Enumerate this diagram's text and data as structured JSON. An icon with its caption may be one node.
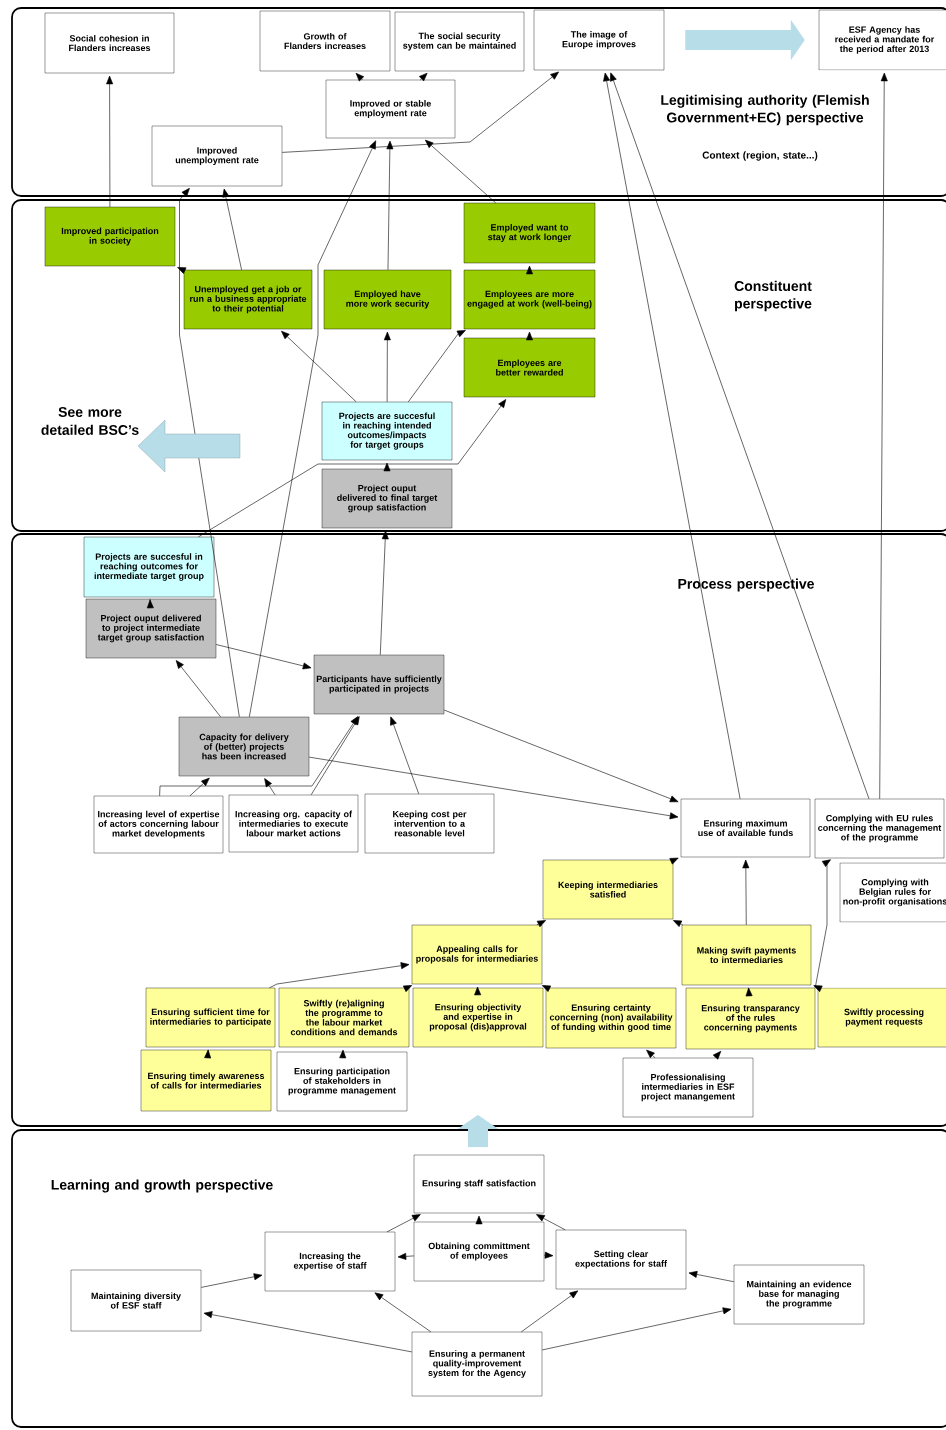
{
  "diagram": {
    "nodes": [
      {
        "text": [
          "Legitimising authority (Flemish Government+EC) perspective",
          "Context (region, state...)"
        ]
      },
      {
        "text": [
          "Social cohesion in Flanders increases"
        ],
        "in": 0
      },
      {
        "text": [
          "Growth of Flanders increases"
        ],
        "in": 0
      },
      {
        "text": [
          "The social security system can be maintained"
        ],
        "in": 0
      },
      {
        "text": [
          "The image of Europe improves"
        ],
        "in": 0
      },
      {
        "text": [
          "ESF Agency has received a mandate for the period after 2013"
        ],
        "in": 0
      },
      {
        "text": [
          "Improved or stable employment rate"
        ],
        "in": 0
      },
      {
        "text": [
          "Improved unemployment rate"
        ],
        "in": 0
      },
      {
        "text": [
          "Constituent perspective"
        ]
      },
      {
        "text": [
          "Improved participation in society"
        ],
        "in": 8
      },
      {
        "text": [
          "Unemployed get a job or run a business appropriate to their potential"
        ],
        "in": 8
      },
      {
        "text": [
          "Employed have more work security"
        ],
        "in": 8
      },
      {
        "text": [
          "Employed want to stay at work longer"
        ],
        "in": 8
      },
      {
        "text": [
          "Employees are more engaged at work (well-being)"
        ],
        "in": 8
      },
      {
        "text": [
          "Employees are better rewarded"
        ],
        "in": 8
      },
      {
        "text": [
          "Projects are succesful in reaching intended outcomes/impacts for target groups"
        ],
        "in": 8
      },
      {
        "text": [
          "Project ouput delivered to final target group satisfaction"
        ],
        "in": 8
      },
      {
        "text": [
          "Process perspective"
        ]
      },
      {
        "text": [
          "Projects are succesful in reaching outcomes for intermediate target group"
        ],
        "in": 17
      },
      {
        "text": [
          "Project ouput delivered to project intermediate target group satisfaction"
        ],
        "in": 17
      },
      {
        "text": [
          "Participants have sufficiently participated in projects"
        ],
        "in": 17
      },
      {
        "text": [
          "Capacity for delivery of (better) projects has been increased"
        ],
        "in": 17
      },
      {
        "text": [
          "Increasing level of expertise of actors concerning labour market developments"
        ],
        "in": 17
      },
      {
        "text": [
          "Increasing org. capacity of intermediaries to execute labour market actions"
        ],
        "in": 17
      },
      {
        "text": [
          "Keeping cost per intervention to a reasonable level"
        ],
        "in": 17
      },
      {
        "text": [
          "Ensuring maximum use of available funds"
        ],
        "in": 17
      },
      {
        "text": [
          "Complying with EU rules concerning the management of the programme"
        ],
        "in": 17
      },
      {
        "text": [
          "Keeping intermediaries satisfied"
        ],
        "in": 17
      },
      {
        "text": [
          "Complying with Belgian rules for non-profit organisations"
        ],
        "in": 17
      },
      {
        "text": [
          "Appealing calls for proposals for intermediaries"
        ],
        "in": 17
      },
      {
        "text": [
          "Making swift payments to intermediaries"
        ],
        "in": 17
      },
      {
        "text": [
          "Ensuring sufficient time for intermediaries to participate"
        ],
        "in": 17
      },
      {
        "text": [
          "Swiftly (re)aligning the programme to the labour market conditions and demands"
        ],
        "in": 17
      },
      {
        "text": [
          "Ensuring objectivity and expertise in proposal (dis)approval"
        ],
        "in": 17
      },
      {
        "text": [
          "Ensuring certainty concerning (non) availability of funding within good time"
        ],
        "in": 17
      },
      {
        "text": [
          "Ensuring transparancy of the rules concerning payments"
        ],
        "in": 17
      },
      {
        "text": [
          "Swiftly processing payment requests"
        ],
        "in": 17
      },
      {
        "text": [
          "Ensuring timely awareness of calls for intermediaries"
        ],
        "in": 17
      },
      {
        "text": [
          "Ensuring participation of stakeholders in programme management"
        ],
        "in": 17
      },
      {
        "text": [
          "Professionalising intermediaries in ESF project manangement"
        ],
        "in": 17
      },
      {
        "text": [
          "Learning and growth perspective"
        ]
      },
      {
        "text": [
          "Ensuring staff satisfaction"
        ],
        "in": 40
      },
      {
        "text": [
          "Increasing the expertise of staff"
        ],
        "in": 40
      },
      {
        "text": [
          "Obtaining committment of employees"
        ],
        "in": 40
      },
      {
        "text": [
          "Setting clear expectations for staff"
        ],
        "in": 40
      },
      {
        "text": [
          "Maintaining diversity of ESF staff"
        ],
        "in": 40
      },
      {
        "text": [
          "Maintaining an evidence base for managing the programme"
        ],
        "in": 40
      },
      {
        "text": [
          "Ensuring a permanent quality-improvement system for the Agency"
        ],
        "in": 40
      }
    ],
    "edges": [
      {
        "from": 9,
        "to": 1,
        "arrow": "to"
      },
      {
        "from": 6,
        "to": 2,
        "arrow": "to"
      },
      {
        "from": 6,
        "to": 3,
        "arrow": "to"
      },
      {
        "from": 7,
        "to": 4,
        "arrow": "to"
      },
      {
        "from": 12,
        "to": 6,
        "arrow": "to"
      },
      {
        "from": 11,
        "to": 6,
        "arrow": "to"
      },
      {
        "from": 21,
        "to": 6,
        "arrow": "to"
      },
      {
        "from": 10,
        "to": 7,
        "arrow": "to"
      },
      {
        "from": 21,
        "to": 7,
        "arrow": "to"
      },
      {
        "from": 25,
        "to": 4,
        "arrow": "to"
      },
      {
        "from": 26,
        "to": 4,
        "arrow": "to"
      },
      {
        "from": 26,
        "to": 5,
        "arrow": "to"
      },
      {
        "from": 10,
        "to": 9,
        "arrow": "to"
      },
      {
        "from": 15,
        "to": 10,
        "arrow": "to"
      },
      {
        "from": 16,
        "to": 15,
        "arrow": "to"
      },
      {
        "from": 15,
        "to": 11,
        "arrow": "to"
      },
      {
        "from": 15,
        "to": 13,
        "arrow": "to"
      },
      {
        "from": 18,
        "to": 14,
        "arrow": "to"
      },
      {
        "from": 14,
        "to": 13,
        "arrow": "to"
      },
      {
        "from": 13,
        "to": 12,
        "arrow": "to"
      },
      {
        "from": 20,
        "to": 16,
        "arrow": "to"
      },
      {
        "from": 19,
        "to": 18,
        "arrow": "to"
      },
      {
        "from": 19,
        "to": 20,
        "arrow": "to"
      },
      {
        "from": 21,
        "to": 19,
        "arrow": "to"
      },
      {
        "from": 22,
        "to": 20,
        "arrow": "to"
      },
      {
        "from": 23,
        "to": 20,
        "arrow": "to"
      },
      {
        "from": 24,
        "to": 20,
        "arrow": "to"
      },
      {
        "from": 22,
        "to": 21,
        "arrow": "to"
      },
      {
        "from": 23,
        "to": 21,
        "arrow": "to"
      },
      {
        "from": 21,
        "to": 25,
        "arrow": "to"
      },
      {
        "from": 20,
        "to": 25,
        "arrow": "to"
      },
      {
        "from": 27,
        "to": 25,
        "arrow": "to"
      },
      {
        "from": 30,
        "to": 25,
        "arrow": "to"
      },
      {
        "from": 35,
        "to": 26,
        "arrow": "to"
      },
      {
        "from": 29,
        "to": 27,
        "arrow": "to"
      },
      {
        "from": 30,
        "to": 27,
        "arrow": "to"
      },
      {
        "from": 36,
        "to": 30,
        "arrow": "to"
      },
      {
        "from": 31,
        "to": 29,
        "arrow": "to"
      },
      {
        "from": 32,
        "to": 29,
        "arrow": "to"
      },
      {
        "from": 33,
        "to": 29,
        "arrow": "to"
      },
      {
        "from": 34,
        "to": 29,
        "arrow": "to"
      },
      {
        "from": 35,
        "to": 30,
        "arrow": "to"
      },
      {
        "from": 37,
        "to": 31,
        "arrow": "to"
      },
      {
        "from": 38,
        "to": 32,
        "arrow": "to"
      },
      {
        "from": 39,
        "to": 34,
        "arrow": "to"
      },
      {
        "from": 39,
        "to": 35,
        "arrow": "to"
      },
      {
        "from": 4,
        "to": 5,
        "arrow": "to",
        "style": "thick",
        "color": "#b7dde8"
      },
      {
        "from": 40,
        "to": 17,
        "arrow": "to",
        "style": "thick",
        "color": "#b7dde8"
      },
      {
        "from": 42,
        "to": 41,
        "arrow": "to"
      },
      {
        "from": 43,
        "to": 41,
        "arrow": "to"
      },
      {
        "from": 44,
        "to": 41,
        "arrow": "to"
      },
      {
        "from": 45,
        "to": 42,
        "arrow": "to"
      },
      {
        "from": 43,
        "to": 42,
        "arrow": "to"
      },
      {
        "from": 43,
        "to": 44,
        "arrow": "to"
      },
      {
        "from": 46,
        "to": 44,
        "arrow": "to"
      },
      {
        "from": 47,
        "to": 45,
        "arrow": "to"
      },
      {
        "from": 47,
        "to": 42,
        "arrow": "to"
      },
      {
        "from": 47,
        "to": 44,
        "arrow": "to"
      },
      {
        "from": 47,
        "to": 46,
        "arrow": "to"
      }
    ],
    "labels": [
      "See more detailed BSC’s"
    ]
  }
}
